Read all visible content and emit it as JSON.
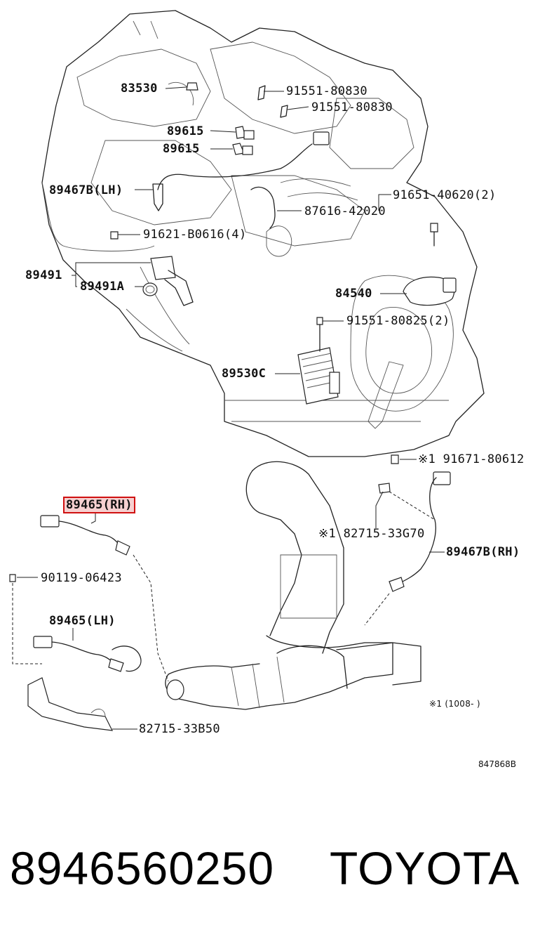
{
  "labels": {
    "l_83530": "83530",
    "l_91551_a": "91551-80830",
    "l_91551_b": "91551-80830",
    "l_89615_a": "89615",
    "l_89615_b": "89615",
    "l_89467b_lh": "89467B(LH)",
    "l_91651": "91651-40620(2)",
    "l_87616": "87616-42020",
    "l_91621": "91621-B0616(4)",
    "l_89491": "89491",
    "l_89491a": "89491A",
    "l_84540": "84540",
    "l_91551_c": "91551-80825(2)",
    "l_89530c": "89530C",
    "l_91671": "※1 91671-80612",
    "l_89465_rh": "89465(RH)",
    "l_82715_g": "※1 82715-33G70",
    "l_89467b_rh": "89467B(RH)",
    "l_90119": "90119-06423",
    "l_89465_lh": "89465(LH)",
    "l_82715_b": "82715-33B50",
    "l_note": "※1 (1008-      )",
    "l_code": "847868B"
  },
  "footer": {
    "part_number": "8946560250",
    "brand": "TOYOTA"
  },
  "highlight": {
    "color": "#d01010"
  }
}
